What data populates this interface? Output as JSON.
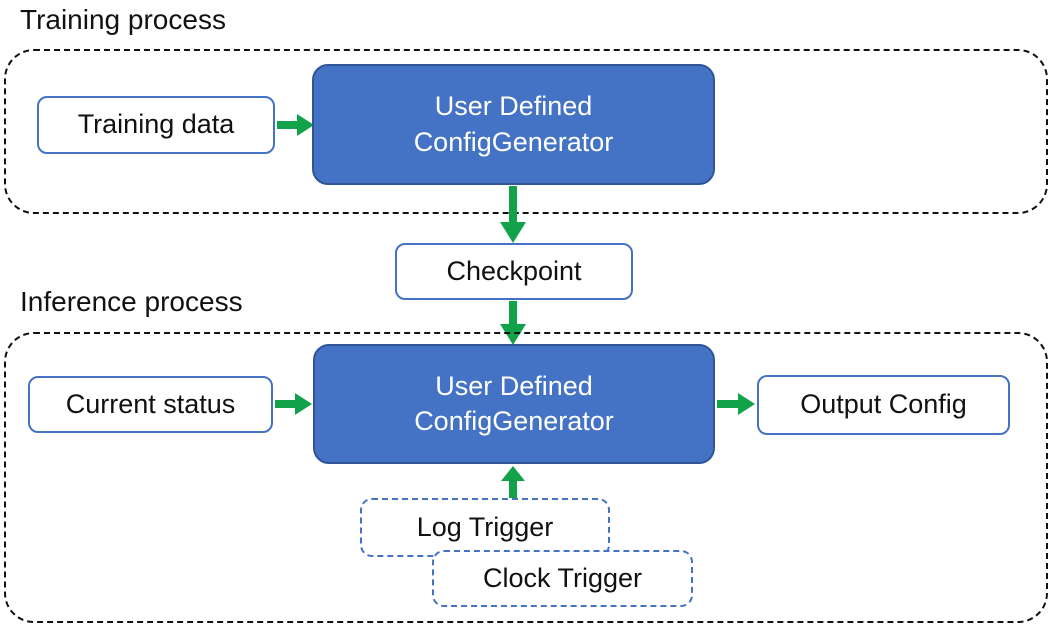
{
  "colors": {
    "node_fill_blue": "#4472C4",
    "node_border_dark_blue": "#2F5597",
    "white_node_border_blue": "#4472C4",
    "arrow_green": "#12A24A",
    "dashed_container_black": "#111111",
    "text_black": "#111111",
    "text_white": "#ffffff"
  },
  "training": {
    "section_label": "Training process",
    "training_data_label": "Training data",
    "generator_line1": "User Defined",
    "generator_line2": "ConfigGenerator"
  },
  "checkpoint_label": "Checkpoint",
  "inference": {
    "section_label": "Inference process",
    "current_status_label": "Current status",
    "generator_line1": "User Defined",
    "generator_line2": "ConfigGenerator",
    "output_config_label": "Output Config",
    "log_trigger_label": "Log Trigger",
    "clock_trigger_label": "Clock Trigger"
  }
}
